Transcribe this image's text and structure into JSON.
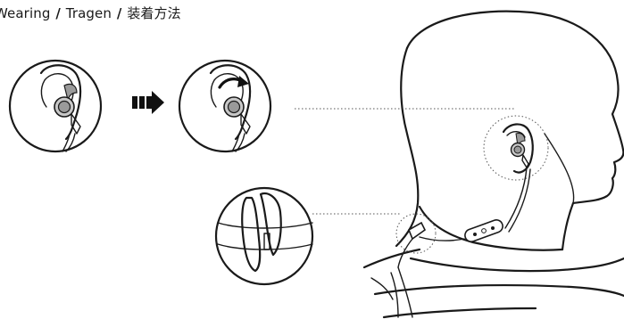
{
  "title": {
    "wearing": "Wearing",
    "tragen": "Tragen",
    "chinese": "装着方法",
    "separator": "/"
  },
  "colors": {
    "line": "#1a1a1a",
    "earbud_gray": "#9a9a9a",
    "earbud_light": "#c8c8c8",
    "arrow": "#111111"
  },
  "icons": {
    "step_arrow": "double-chevron-right-arrow"
  },
  "panels": [
    {
      "name": "step-1-ear-insert"
    },
    {
      "name": "step-2-ear-rotate"
    },
    {
      "name": "clip-detail"
    }
  ]
}
